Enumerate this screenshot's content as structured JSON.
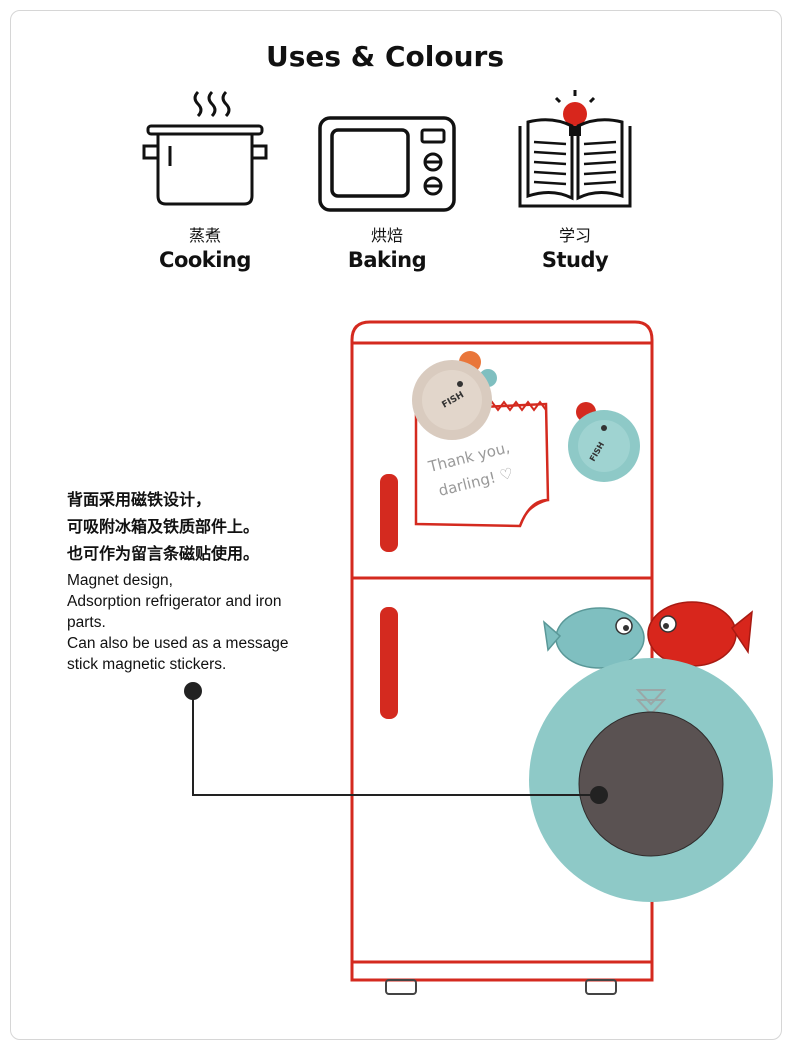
{
  "title": "Uses & Colours",
  "uses": [
    {
      "cn": "蒸煮",
      "en": "Cooking",
      "icon": "cooking-pot-icon"
    },
    {
      "cn": "烘焙",
      "en": "Baking",
      "icon": "microwave-icon"
    },
    {
      "cn": "学习",
      "en": "Study",
      "icon": "book-lightbulb-icon"
    }
  ],
  "description": {
    "cn_lines": [
      "背面采用磁铁设计，",
      "可吸附冰箱及铁质部件上。",
      "也可作为留言条磁贴使用。"
    ],
    "en_lines": [
      "Magnet design,",
      "Adsorption refrigerator and iron",
      "parts.",
      "Can also be used as a message",
      "stick magnetic stickers."
    ]
  },
  "note": {
    "line1": "Thank you,",
    "line2": "darling! ♡"
  },
  "timer_label": "FISH",
  "colors": {
    "fridge_outline": "#d42a1f",
    "timer_teal": "#8ec9c7",
    "timer_beige": "#d9cbbf",
    "magnet_dark": "#5a5252",
    "fish_red": "#d8261c",
    "fish_teal": "#7fbfc0",
    "arrow_gray": "#9aa7a7"
  }
}
